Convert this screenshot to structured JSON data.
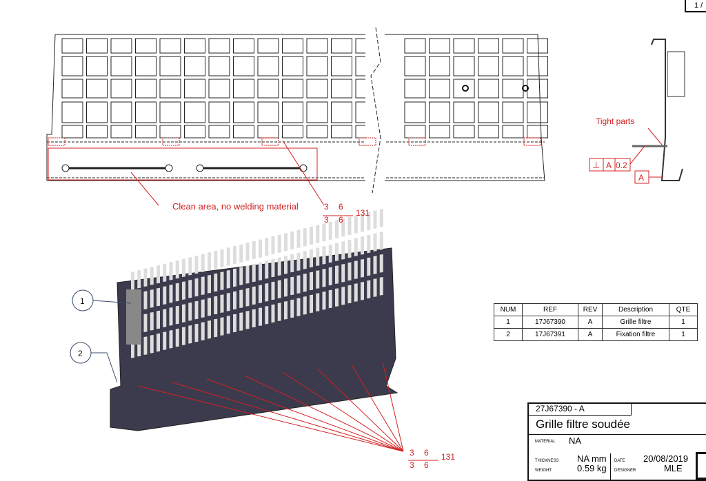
{
  "page_indicator": "1 /",
  "annotations": {
    "clean_area": "Clean area, no welding material",
    "tight_parts": "Tight parts",
    "weld_top": {
      "a": "3",
      "b": "6",
      "c": "3",
      "d": "6",
      "process": "131"
    },
    "weld_bottom": {
      "a": "3",
      "b": "6",
      "c": "3",
      "d": "6",
      "process": "131"
    },
    "tolerance": {
      "symbol": "⊥",
      "datum": "A",
      "value": "0.2"
    },
    "datum_label": "A"
  },
  "balloons": [
    "1",
    "2"
  ],
  "bom": {
    "headers": [
      "NUM",
      "REF",
      "REV",
      "Description",
      "QTE"
    ],
    "rows": [
      [
        "1",
        "17J67390",
        "A",
        "Grille filtre",
        "1"
      ],
      [
        "2",
        "17J67391",
        "A",
        "Fixation filtre",
        "1"
      ]
    ]
  },
  "title_block": {
    "part_number": "27J67390 - A",
    "title": "Grille filtre soudée",
    "material_label": "MATERIAL",
    "material": "NA",
    "thickness_label": "THICKNESS",
    "thickness": "NA mm",
    "weight_label": "WEIGHT",
    "weight": "0.59 kg",
    "date_label": "DATE",
    "date": "20/08/2019",
    "designer_label": "DESIGNER",
    "designer": "MLE"
  },
  "colors": {
    "annotation": "#d42020",
    "part": "#3b3b4d"
  }
}
